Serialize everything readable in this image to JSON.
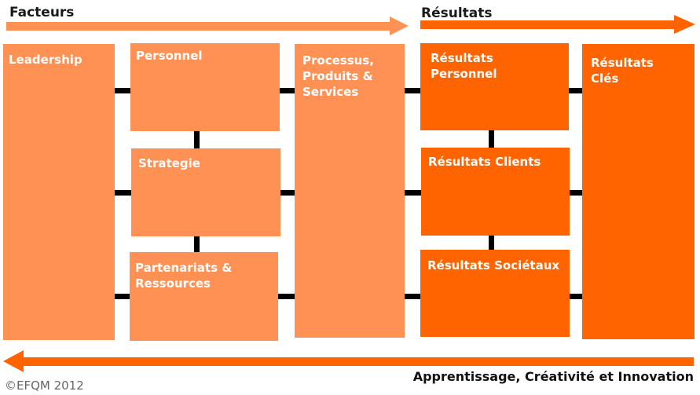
{
  "header": {
    "facteurs": "Facteurs",
    "resultats": "Résultats"
  },
  "boxes": {
    "leadership": "Leadership",
    "personnel": "Personnel",
    "strategie": "Strategie",
    "partenariats": "Partenariats & Ressources",
    "processus": "Processus, Produits & Services",
    "resultats_personnel": "Résultats Personnel",
    "resultats_clients": "Résultats Clients",
    "resultats_societaux": "Résultats Sociétaux",
    "resultats_cles": "Résultats Clés"
  },
  "footer": {
    "innovation": "Apprentissage, Créativité et Innovation",
    "copyright": "©EFQM 2012"
  },
  "colors": {
    "enablers": "#FF9155",
    "results": "#FF6400",
    "connector": "#000000"
  }
}
